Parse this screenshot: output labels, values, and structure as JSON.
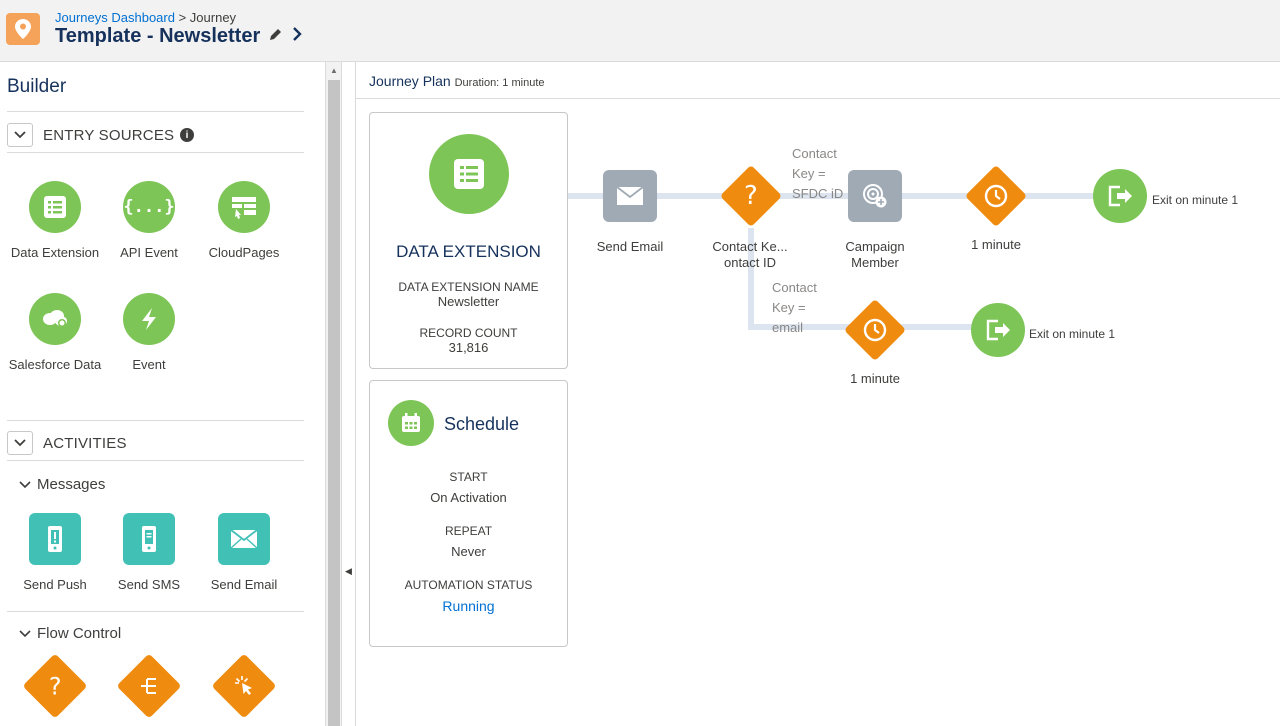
{
  "header": {
    "breadcrumb_link": "Journeys Dashboard",
    "breadcrumb_sep": " > ",
    "breadcrumb_current": "Journey",
    "title": "Template - Newsletter",
    "edit_icon": "pencil-icon",
    "next_icon": "chevron-right-icon"
  },
  "builder": {
    "title": "Builder",
    "entry_sources": {
      "label": "ENTRY SOURCES",
      "items": [
        {
          "label": "Data Extension",
          "icon": "list-icon"
        },
        {
          "label": "API Event",
          "icon": "braces-icon"
        },
        {
          "label": "CloudPages",
          "icon": "cloudpages-icon"
        },
        {
          "label": "Salesforce Data",
          "icon": "salesforce-cloud-icon"
        },
        {
          "label": "Event",
          "icon": "lightning-icon"
        }
      ]
    },
    "activities": {
      "label": "ACTIVITIES",
      "messages_label": "Messages",
      "messages": [
        {
          "label": "Send Push",
          "icon": "mobile-push-icon"
        },
        {
          "label": "Send SMS",
          "icon": "mobile-sms-icon"
        },
        {
          "label": "Send Email",
          "icon": "envelope-icon"
        }
      ],
      "flow_label": "Flow Control"
    }
  },
  "plan": {
    "title": "Journey Plan",
    "duration": "Duration: 1 minute"
  },
  "data_extension_card": {
    "title": "DATA EXTENSION",
    "name_label": "DATA EXTENSION NAME",
    "name_value": "Newsletter",
    "count_label": "RECORD COUNT",
    "count_value": "31,816"
  },
  "schedule_card": {
    "title": "Schedule",
    "start_label": "START",
    "start_value": "On Activation",
    "repeat_label": "REPEAT",
    "repeat_value": "Never",
    "status_label": "AUTOMATION STATUS",
    "status_value": "Running"
  },
  "flow": {
    "send_email": "Send Email",
    "decision_line1": "Contact Ke...",
    "decision_line2": "ontact ID",
    "branch1_l1": "Contact",
    "branch1_l2": "Key =",
    "branch1_l3": "SFDC iD",
    "branch2_l1": "Contact",
    "branch2_l2": "Key =",
    "branch2_l3": "email",
    "campaign_l1": "Campaign",
    "campaign_l2": "Member",
    "wait1": "1 minute",
    "wait2": "1 minute",
    "exit1": "Exit on minute 1",
    "exit2": "Exit on minute 1"
  },
  "colors": {
    "green": "#7ec557",
    "orange": "#ef8c0f",
    "teal": "#41c1b6",
    "gray_node": "#9faab5",
    "link": "#0070d2"
  }
}
